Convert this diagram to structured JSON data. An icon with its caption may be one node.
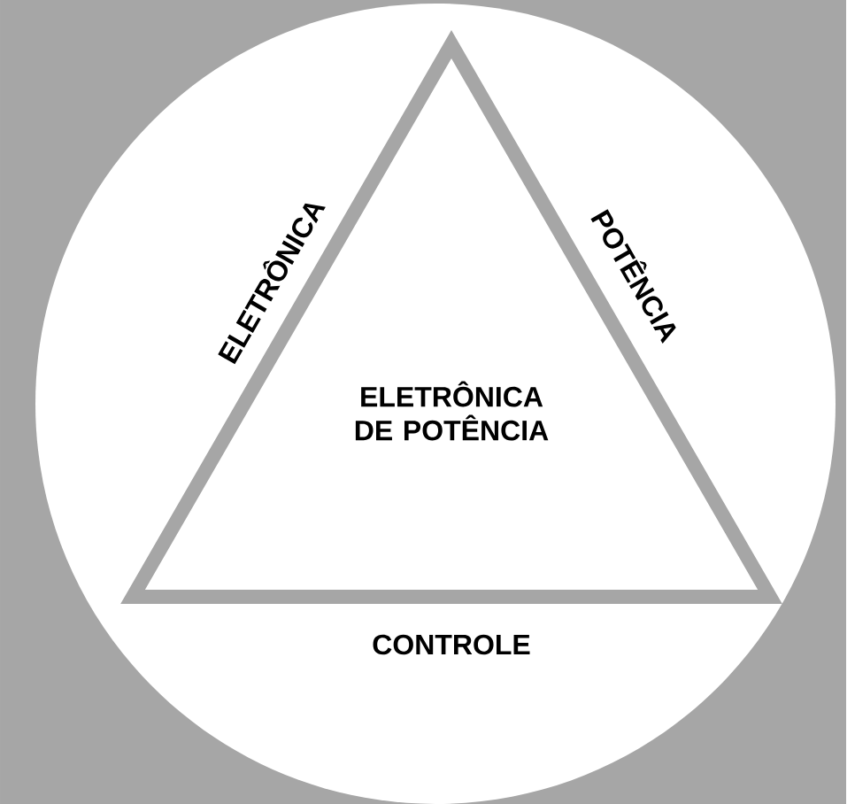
{
  "diagram": {
    "nodes": [
      {
        "text": [
          "ELETRÔNICA",
          "POTÊNCIA",
          "CONTROLE"
        ]
      },
      {
        "text": [
          "ELETRÔNICA DE POTÊNCIA"
        ],
        "in": 0
      }
    ]
  }
}
